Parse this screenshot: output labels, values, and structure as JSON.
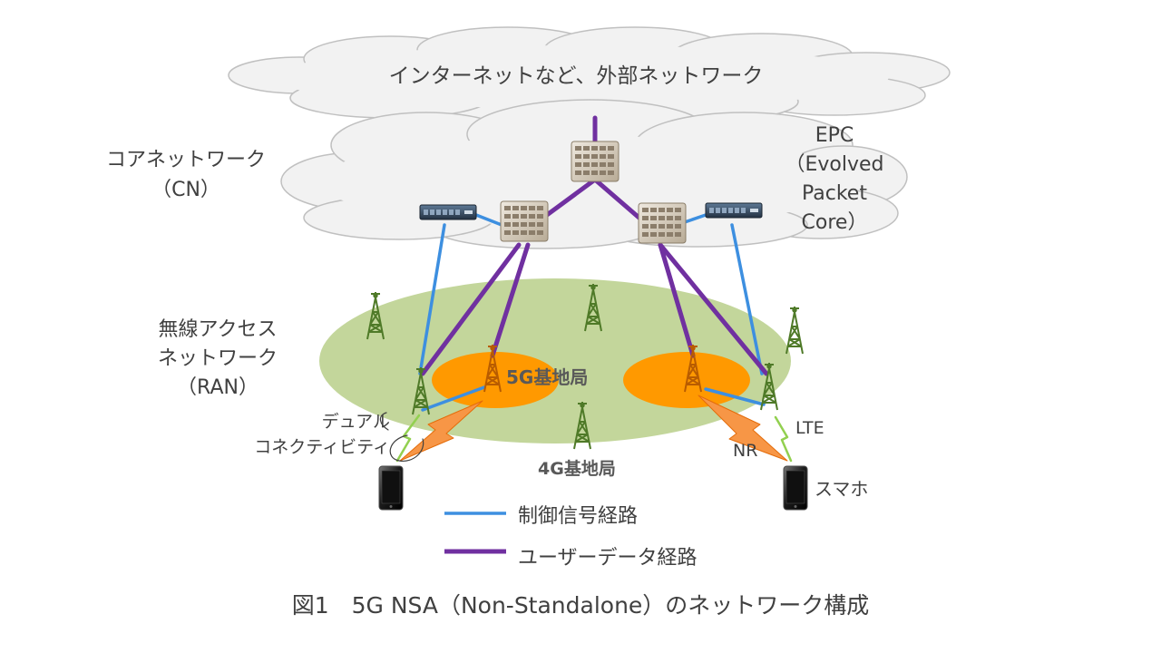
{
  "internet_label": "インターネットなど、外部ネットワーク",
  "core_network": {
    "line1": "コアネットワーク",
    "line2": "（CN）"
  },
  "epc": {
    "line1": "EPC",
    "line2": "（Evolved",
    "line3": "Packet",
    "line4": "Core）"
  },
  "ran": {
    "line1": "無線アクセス",
    "line2": "ネットワーク",
    "line3": "（RAN）"
  },
  "label_5g_station": "5G基地局",
  "label_4g_station": "4G基地局",
  "dual_connectivity": {
    "line1": "デュアル",
    "line2": "コネクティビティ"
  },
  "label_lte": "LTE",
  "label_nr": "NR",
  "label_smartphone": "スマホ",
  "legend": [
    {
      "label": "制御信号経路",
      "color": "#3d8fe0"
    },
    {
      "label": "ユーザーデータ経路",
      "color": "#7030a0"
    }
  ],
  "caption": "図1　5G NSA（Non-Standalone）のネットワーク構成",
  "colors": {
    "cloud_fill": "#f2f2f2",
    "cloud_stroke": "#c0c0c0",
    "ran_ellipse": "#c3d69b",
    "cell_5g": "#ff9900",
    "tower_4g": "#4f7a28",
    "tower_5g": "#b85c00",
    "control_path": "#3d8fe0",
    "user_data_path": "#7030a0",
    "radio_lte": "#92d050",
    "radio_nr": "#f79646"
  }
}
